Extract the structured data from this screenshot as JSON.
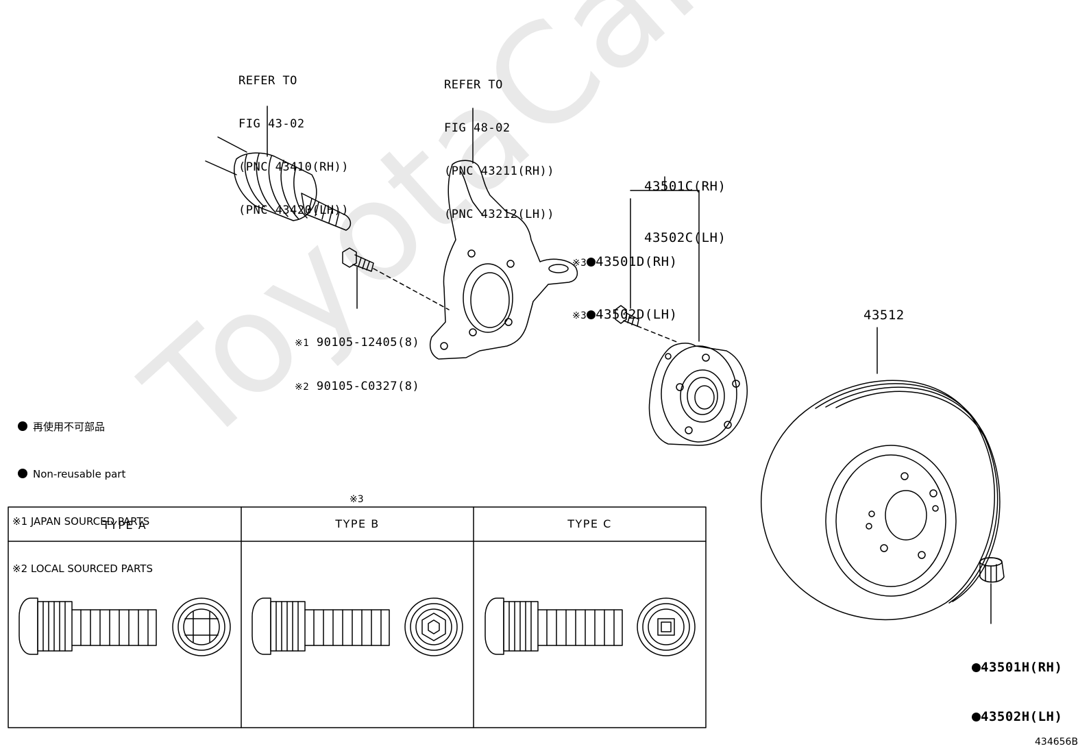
{
  "watermark": "ToyotaCarMine.ru",
  "callouts": {
    "drive_shaft": [
      "REFER TO",
      "FIG 43-02",
      "(PNC 43410(RH))",
      "(PNC 43420(LH))"
    ],
    "knuckle": [
      "REFER TO",
      "FIG 48-02",
      "(PNC 43211(RH))",
      "(PNC 43212(LH))"
    ],
    "hub_assy": [
      "43501C(RH)",
      "43502C(LH)"
    ],
    "hub_sub": [
      "43501D(RH)",
      "43502D(LH)"
    ],
    "hub_sub_mark": "※3",
    "bolt": [
      "90105-12405(8)",
      "90105-C0327(8)"
    ],
    "bolt_marks": [
      "※1",
      "※2"
    ],
    "rotor": "43512",
    "nut": [
      "43501H(RH)",
      "43502H(LH)"
    ]
  },
  "legend": {
    "nonreusable_jp": "再使用不可部品",
    "nonreusable_en": "Non-reusable part",
    "note1": "※1 JAPAN SOURCED PARTS",
    "note2": "※2 LOCAL SOURCED PARTS"
  },
  "type_table": {
    "note_mark": "※3",
    "headers": [
      "TYPE A",
      "TYPE B",
      "TYPE C"
    ]
  },
  "figure_code": "434656B"
}
